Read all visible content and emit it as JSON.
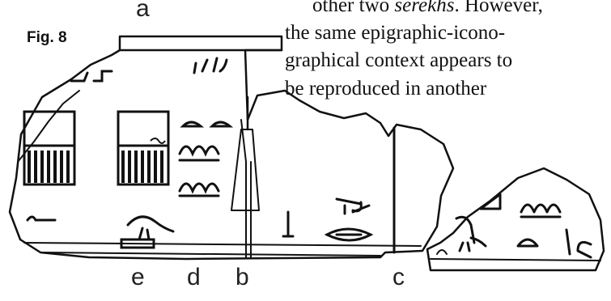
{
  "figure": {
    "label": "Fig. 8",
    "markers": {
      "a": "a",
      "b": "b",
      "c": "c",
      "d": "d",
      "e": "e"
    }
  },
  "body_text": {
    "line1_prefix": "other two ",
    "line1_italic": "serekhs",
    "line1_suffix": ". However,",
    "line2": "the same epigraphic-icono-",
    "line3": "graphical context appears to",
    "line4": "be reproduced in another"
  }
}
